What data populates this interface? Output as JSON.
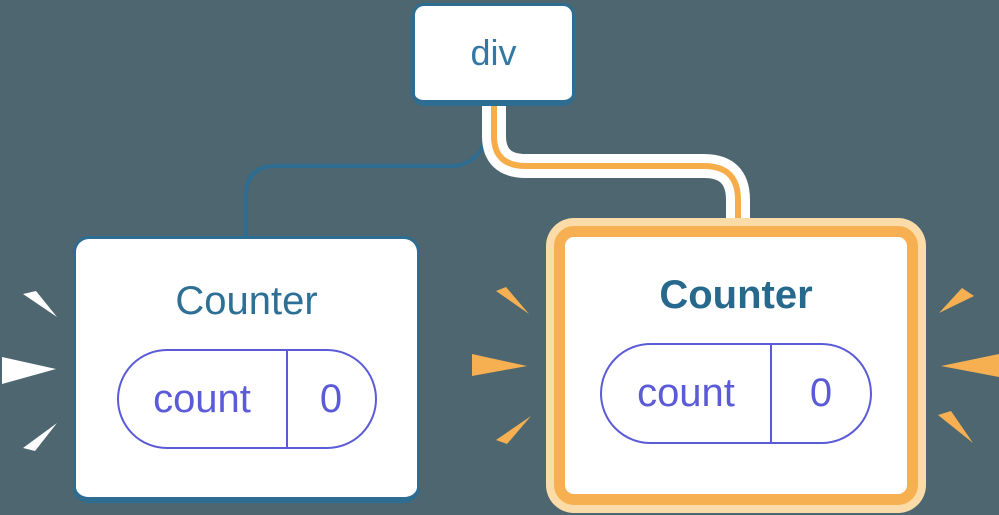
{
  "colors": {
    "background": "#4D6670",
    "card_bg": "#FFFFFF",
    "blue_border": "#2E6D92",
    "blue_text": "#3577A4",
    "title_blue": "#2E7095",
    "title_blue_bold": "#27688D",
    "purple": "#5B5BD8",
    "orange": "#F6B052",
    "orange_pale": "#FBDCA8",
    "orange_line": "#F6AC49",
    "spark_white": "#FFFFFF"
  },
  "tree": {
    "root": {
      "label": "div"
    },
    "left_counter": {
      "title": "Counter",
      "state_key": "count",
      "state_value": "0"
    },
    "right_counter": {
      "title": "Counter",
      "state_key": "count",
      "state_value": "0"
    }
  }
}
